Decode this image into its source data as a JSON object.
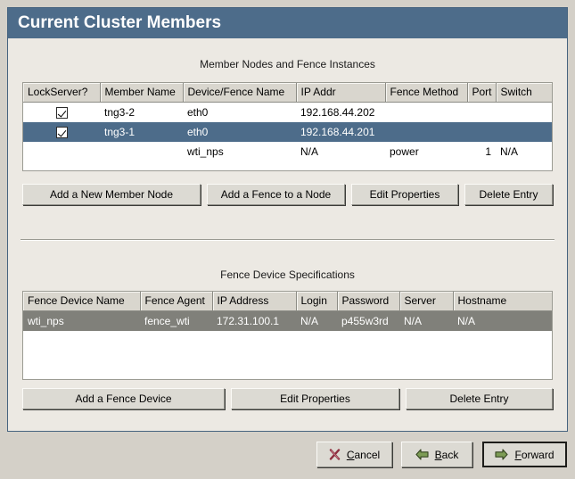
{
  "window": {
    "title": "Current Cluster Members"
  },
  "members_section": {
    "caption": "Member Nodes and Fence Instances",
    "columns": [
      "LockServer?",
      "Member Name",
      "Device/Fence Name",
      "IP Addr",
      "Fence Method",
      "Port",
      "Switch"
    ],
    "rows": [
      {
        "lockserver": "checked",
        "member_name": "tng3-2",
        "device_fence_name": "eth0",
        "ip_addr": "192.168.44.202",
        "fence_method": "",
        "port": "",
        "switch": "",
        "state": "normal"
      },
      {
        "lockserver": "checked",
        "member_name": "tng3-1",
        "device_fence_name": "eth0",
        "ip_addr": "192.168.44.201",
        "fence_method": "",
        "port": "",
        "switch": "",
        "state": "selected-active"
      },
      {
        "lockserver": "",
        "member_name": "",
        "device_fence_name": "wti_nps",
        "ip_addr": "N/A",
        "fence_method": "power",
        "port": "1",
        "switch": "N/A",
        "state": "normal"
      }
    ],
    "buttons": {
      "add_member": "Add a New Member Node",
      "add_fence": "Add a Fence to a Node",
      "edit_properties": "Edit Properties",
      "delete_entry": "Delete Entry"
    }
  },
  "fence_section": {
    "caption": "Fence Device Specifications",
    "columns": [
      "Fence Device Name",
      "Fence Agent",
      "IP Address",
      "Login",
      "Password",
      "Server",
      "Hostname"
    ],
    "rows": [
      {
        "device_name": "wti_nps",
        "agent": "fence_wti",
        "ip_address": "172.31.100.1",
        "login": "N/A",
        "password": "p455w3rd",
        "server": "N/A",
        "hostname": "N/A",
        "state": "selected-inactive"
      }
    ],
    "buttons": {
      "add_device": "Add a Fence Device",
      "edit_properties": "Edit Properties",
      "delete_entry": "Delete Entry"
    }
  },
  "footer": {
    "cancel": {
      "prefix": "",
      "mnemonic": "C",
      "suffix": "ancel",
      "icon": "cancel-x-icon"
    },
    "back": {
      "prefix": "",
      "mnemonic": "B",
      "suffix": "ack",
      "icon": "arrow-left-icon"
    },
    "forward": {
      "prefix": "",
      "mnemonic": "F",
      "suffix": "orward",
      "icon": "arrow-right-icon"
    }
  },
  "colors": {
    "titlebar": "#4d6c8a",
    "selection_active": "#4d6c8a",
    "selection_inactive": "#80807a",
    "panel_bg": "#ece9e3",
    "window_bg": "#d4d0c8",
    "arrow_green": "#6f8f4a",
    "cancel_red": "#8e2d3e"
  }
}
